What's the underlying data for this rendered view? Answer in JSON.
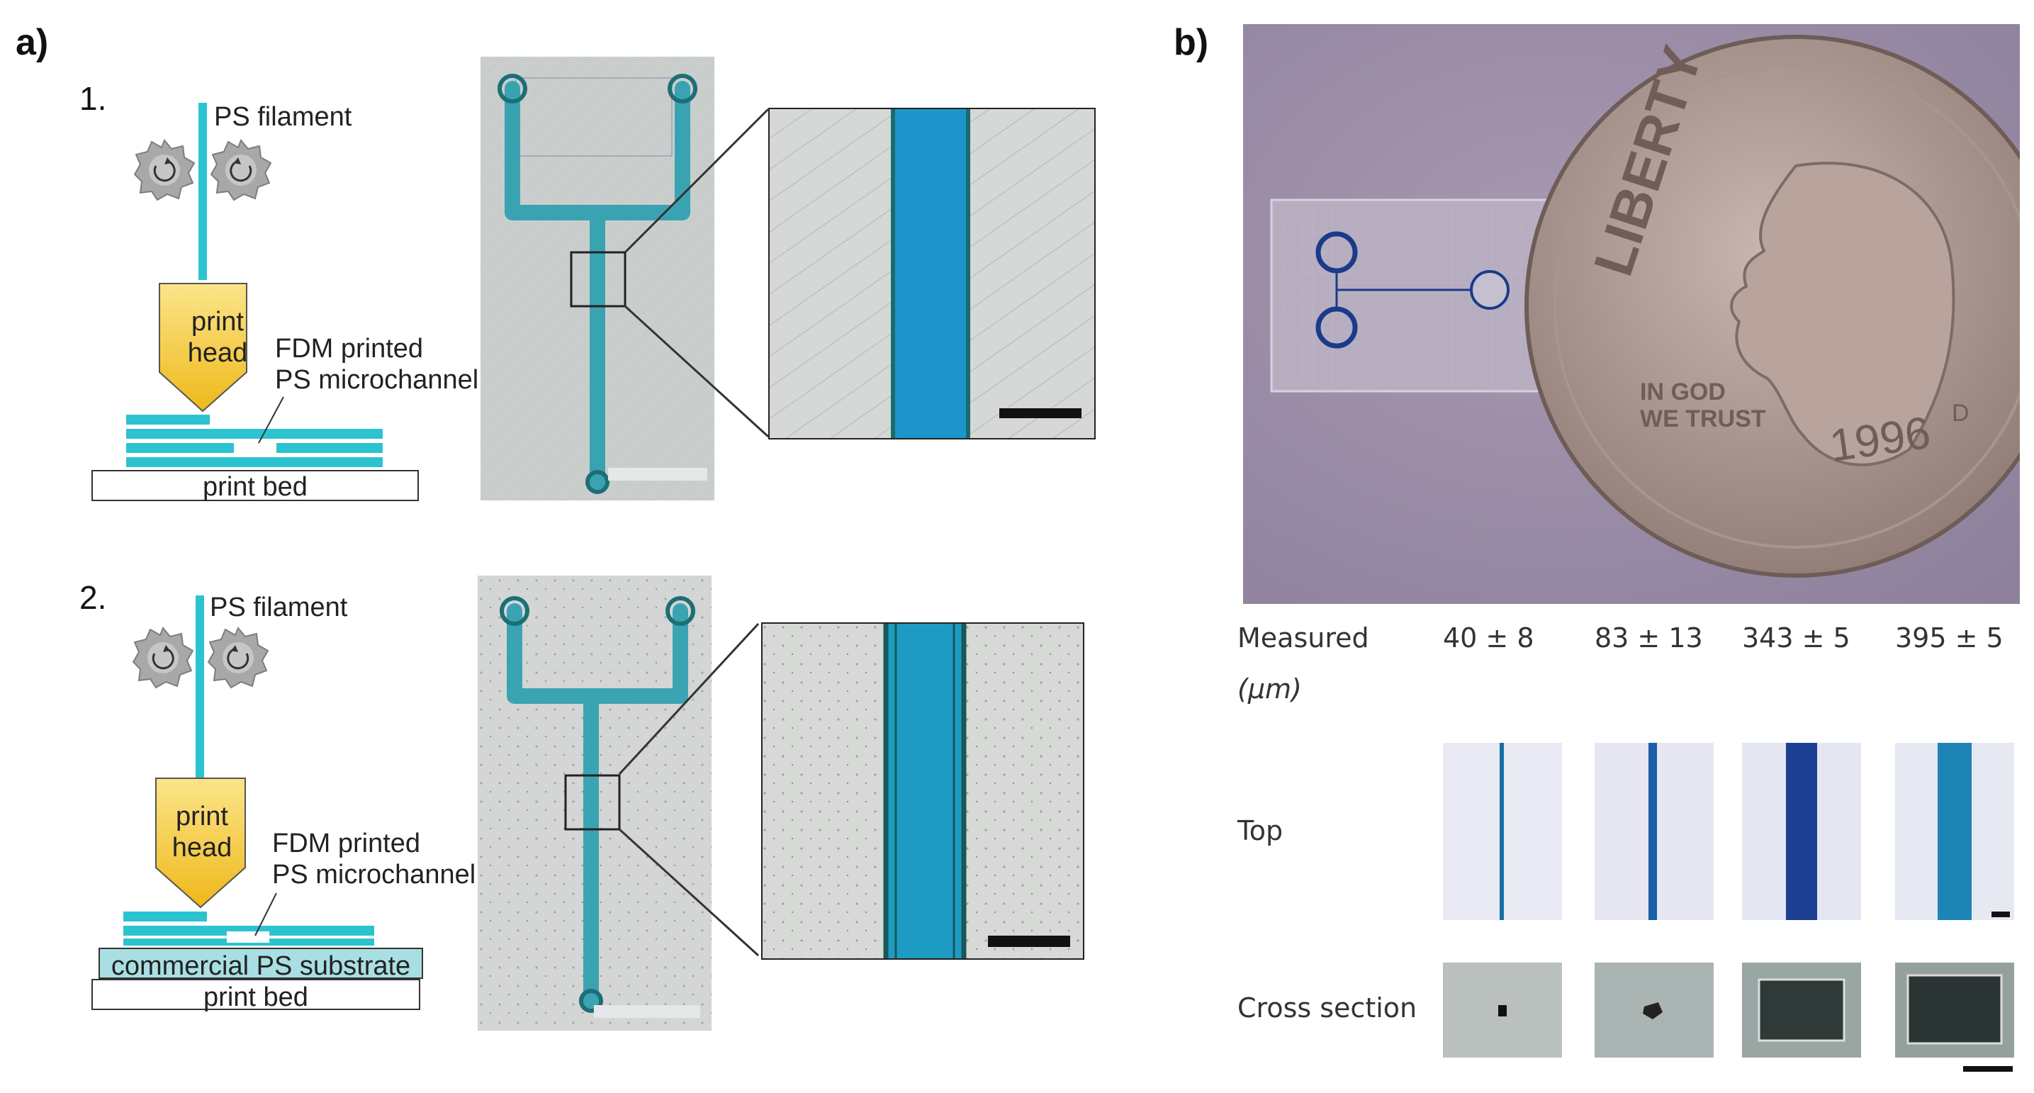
{
  "panel_a": {
    "label": "a)",
    "step1": {
      "number": "1.",
      "filament_label": "PS filament",
      "print_head_line1": "print",
      "print_head_line2": "head",
      "channel_label_line1": "FDM printed",
      "channel_label_line2": "PS microchannel",
      "bed_label": "print bed"
    },
    "step2": {
      "number": "2.",
      "filament_label": "PS filament",
      "print_head_line1": "print",
      "print_head_line2": "head",
      "channel_label_line1": "FDM printed",
      "channel_label_line2": "PS microchannel",
      "substrate_label": "commercial PS substrate",
      "bed_label": "print bed"
    }
  },
  "panel_b": {
    "label": "b)",
    "coin_text": {
      "liberty": "LIBERTY",
      "motto_line1": "IN GOD",
      "motto_line2": "WE TRUST",
      "year": "1996",
      "mint": "D"
    },
    "table": {
      "measured_label": "Measured",
      "unit_label": "(μm)",
      "values": [
        "40 ± 8",
        "83 ± 13",
        "343 ± 5",
        "395 ± 5"
      ],
      "top_label": "Top",
      "cross_label": "Cross section"
    }
  },
  "colors": {
    "filament": "#2cc3d0",
    "print_head": "#f3c829",
    "dye": "#1b8fc4",
    "dark_dye": "#1c3f93",
    "coin": "#b39d97",
    "background_photo": "#9c8ea7"
  }
}
